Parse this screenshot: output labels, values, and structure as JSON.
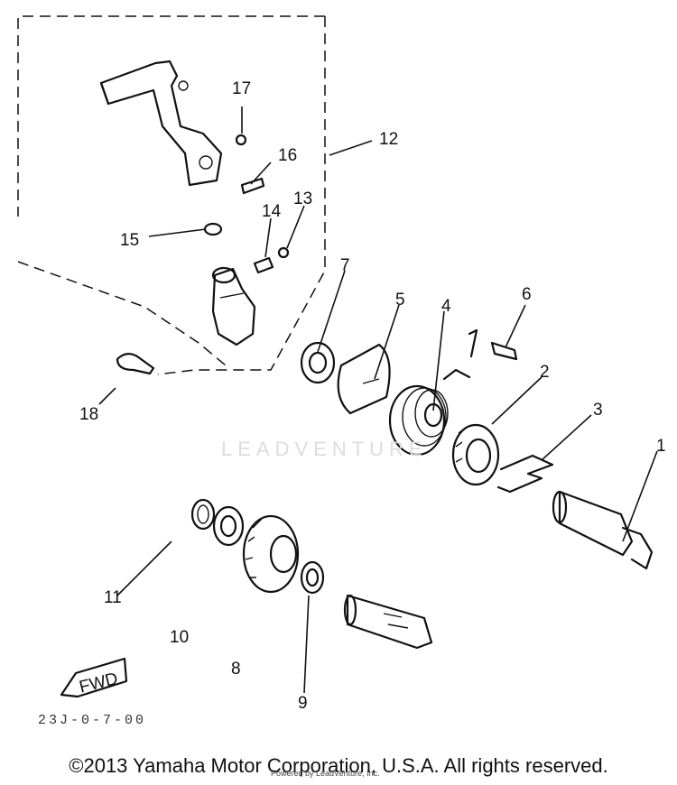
{
  "diagram": {
    "callouts": [
      "1",
      "2",
      "3",
      "4",
      "5",
      "6",
      "7",
      "8",
      "9",
      "10",
      "11",
      "12",
      "13",
      "14",
      "15",
      "16",
      "17",
      "18"
    ],
    "fwd_label": "FWD",
    "drawing_code": "23J-0-7-00",
    "watermark_brand": "LEADVENTURE",
    "small_note": "Powered by LeadVenture, Inc.",
    "copyright": "©2013 Yamaha Motor Corporation, U.S.A. All rights reserved."
  }
}
